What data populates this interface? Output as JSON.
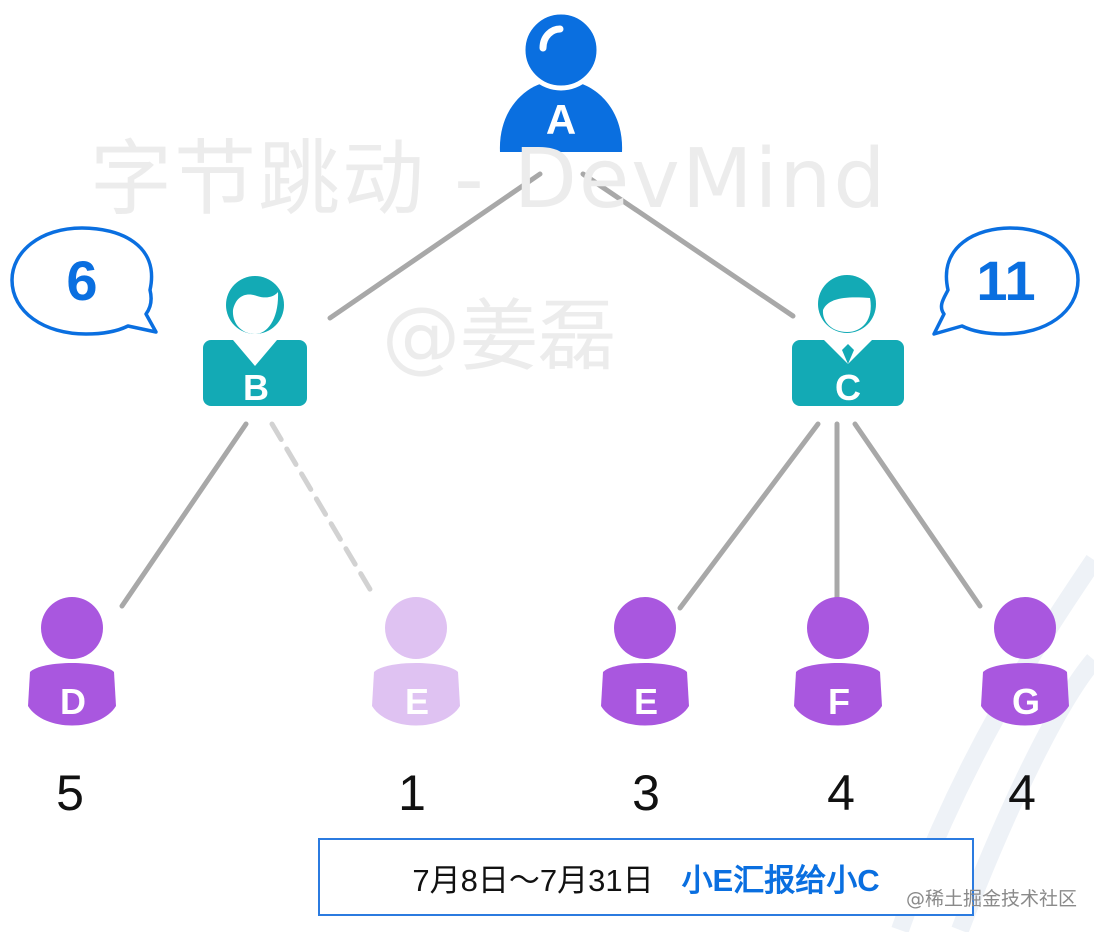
{
  "watermark": {
    "line1": "字节跳动 - DevMind",
    "line2": "@姜磊"
  },
  "nodes": {
    "a": {
      "label": "A",
      "color": "#0a6fe0"
    },
    "b": {
      "label": "B",
      "color": "#13aab5"
    },
    "c": {
      "label": "C",
      "color": "#13aab5"
    },
    "d": {
      "label": "D",
      "color": "#a957df",
      "count": "5"
    },
    "e_faded": {
      "label": "E",
      "color": "#dfc2f2",
      "count": "1"
    },
    "e": {
      "label": "E",
      "color": "#a957df",
      "count": "3"
    },
    "f": {
      "label": "F",
      "color": "#a957df",
      "count": "4"
    },
    "g": {
      "label": "G",
      "color": "#a957df",
      "count": "4"
    }
  },
  "bubbles": {
    "b": "6",
    "c": "11"
  },
  "legend": {
    "date_range": "7月8日～7月31日",
    "note": "小E汇报给小C"
  },
  "credit": "@稀土掘金技术社区",
  "colors": {
    "accent_blue": "#0a6fe0",
    "teal": "#13aab5",
    "purple": "#a957df",
    "faded_purple": "#dfc2f2",
    "edge_gray": "#a8a8a8"
  }
}
